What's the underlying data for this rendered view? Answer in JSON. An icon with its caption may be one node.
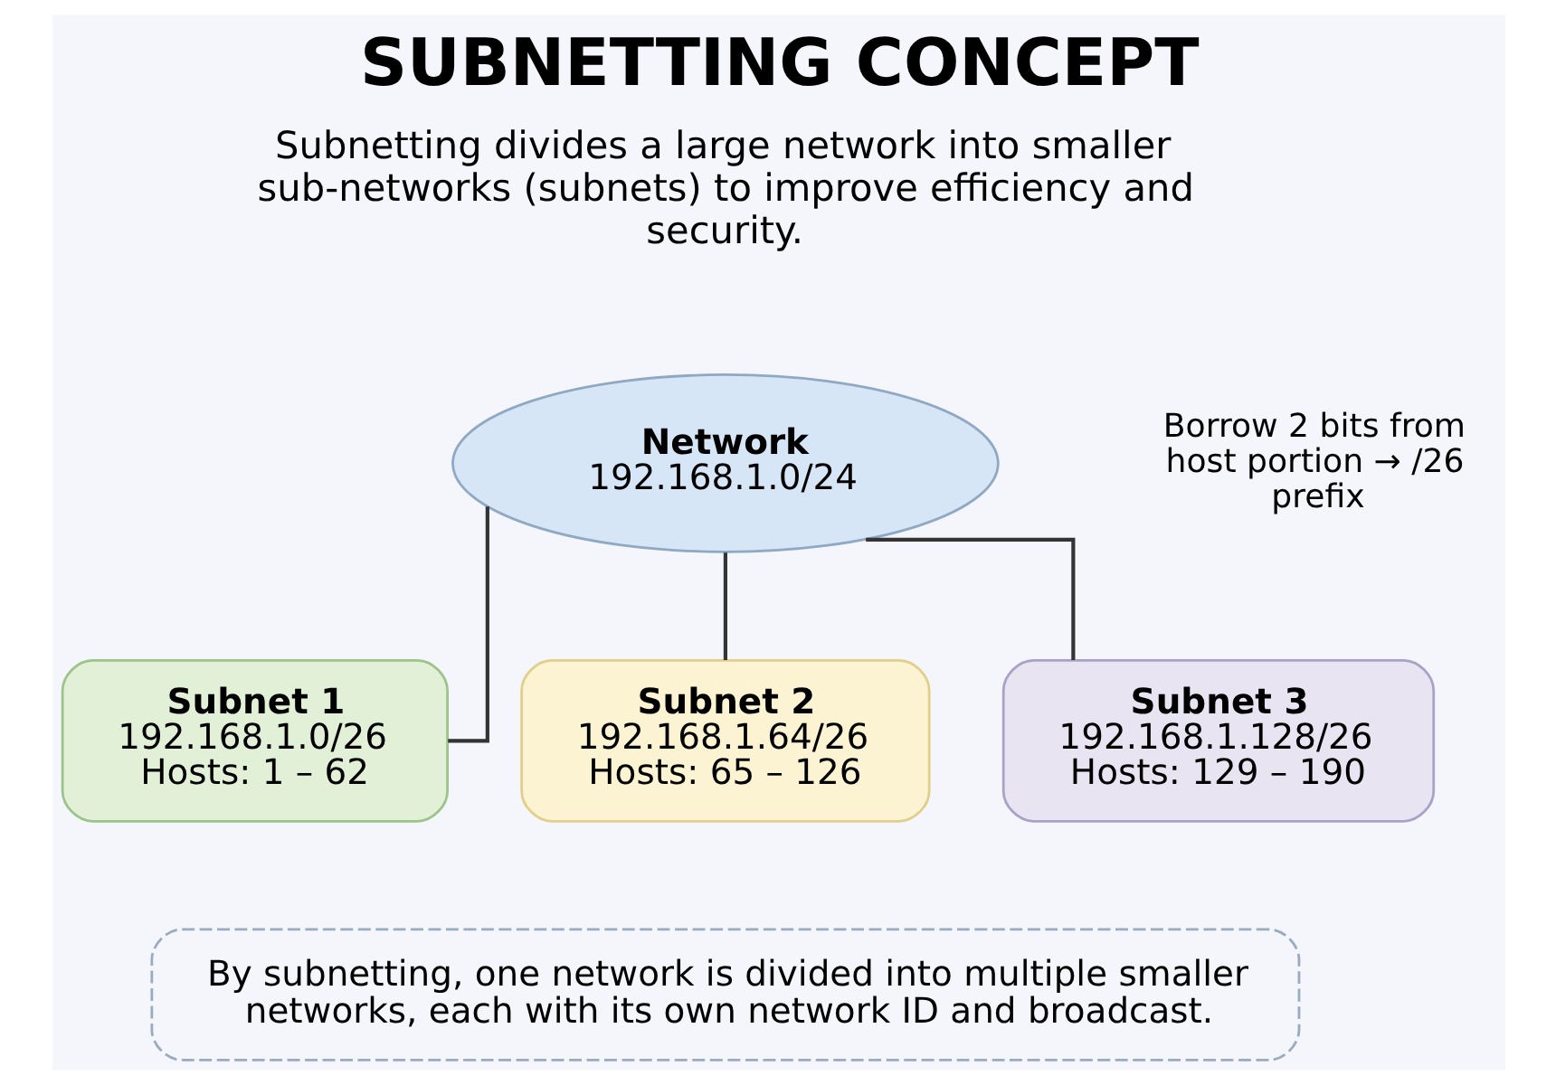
{
  "diagram": {
    "title": "SUBNETTING CONCEPT",
    "nodes": [
      {
        "text": [
          "Network",
          "192.168.1.0/24"
        ]
      },
      {
        "text": [
          "Subnet 1",
          "192.168.1.0/26",
          "Hosts: 1 – 62"
        ]
      },
      {
        "text": [
          "Subnet 2",
          "192.168.1.64/26",
          "Hosts: 65 – 126"
        ]
      },
      {
        "text": [
          "Subnet 3",
          "192.168.1.128/26",
          "Hosts: 129 – 190"
        ]
      },
      {
        "text": [
          "By subnetting, one network is divided into multiple smaller networks, each with its own network ID and broadcast."
        ]
      }
    ],
    "edges": [
      {
        "from": 0,
        "to": 1,
        "arrow": "none"
      },
      {
        "from": 0,
        "to": 2,
        "arrow": "none"
      },
      {
        "from": 0,
        "to": 3,
        "arrow": "none"
      }
    ],
    "labels": [
      "Subnetting divides a large network into smaller sub-networks (subnets) to improve efficiency and security.",
      "Borrow 2 bits from host portion → /26 prefix"
    ]
  }
}
